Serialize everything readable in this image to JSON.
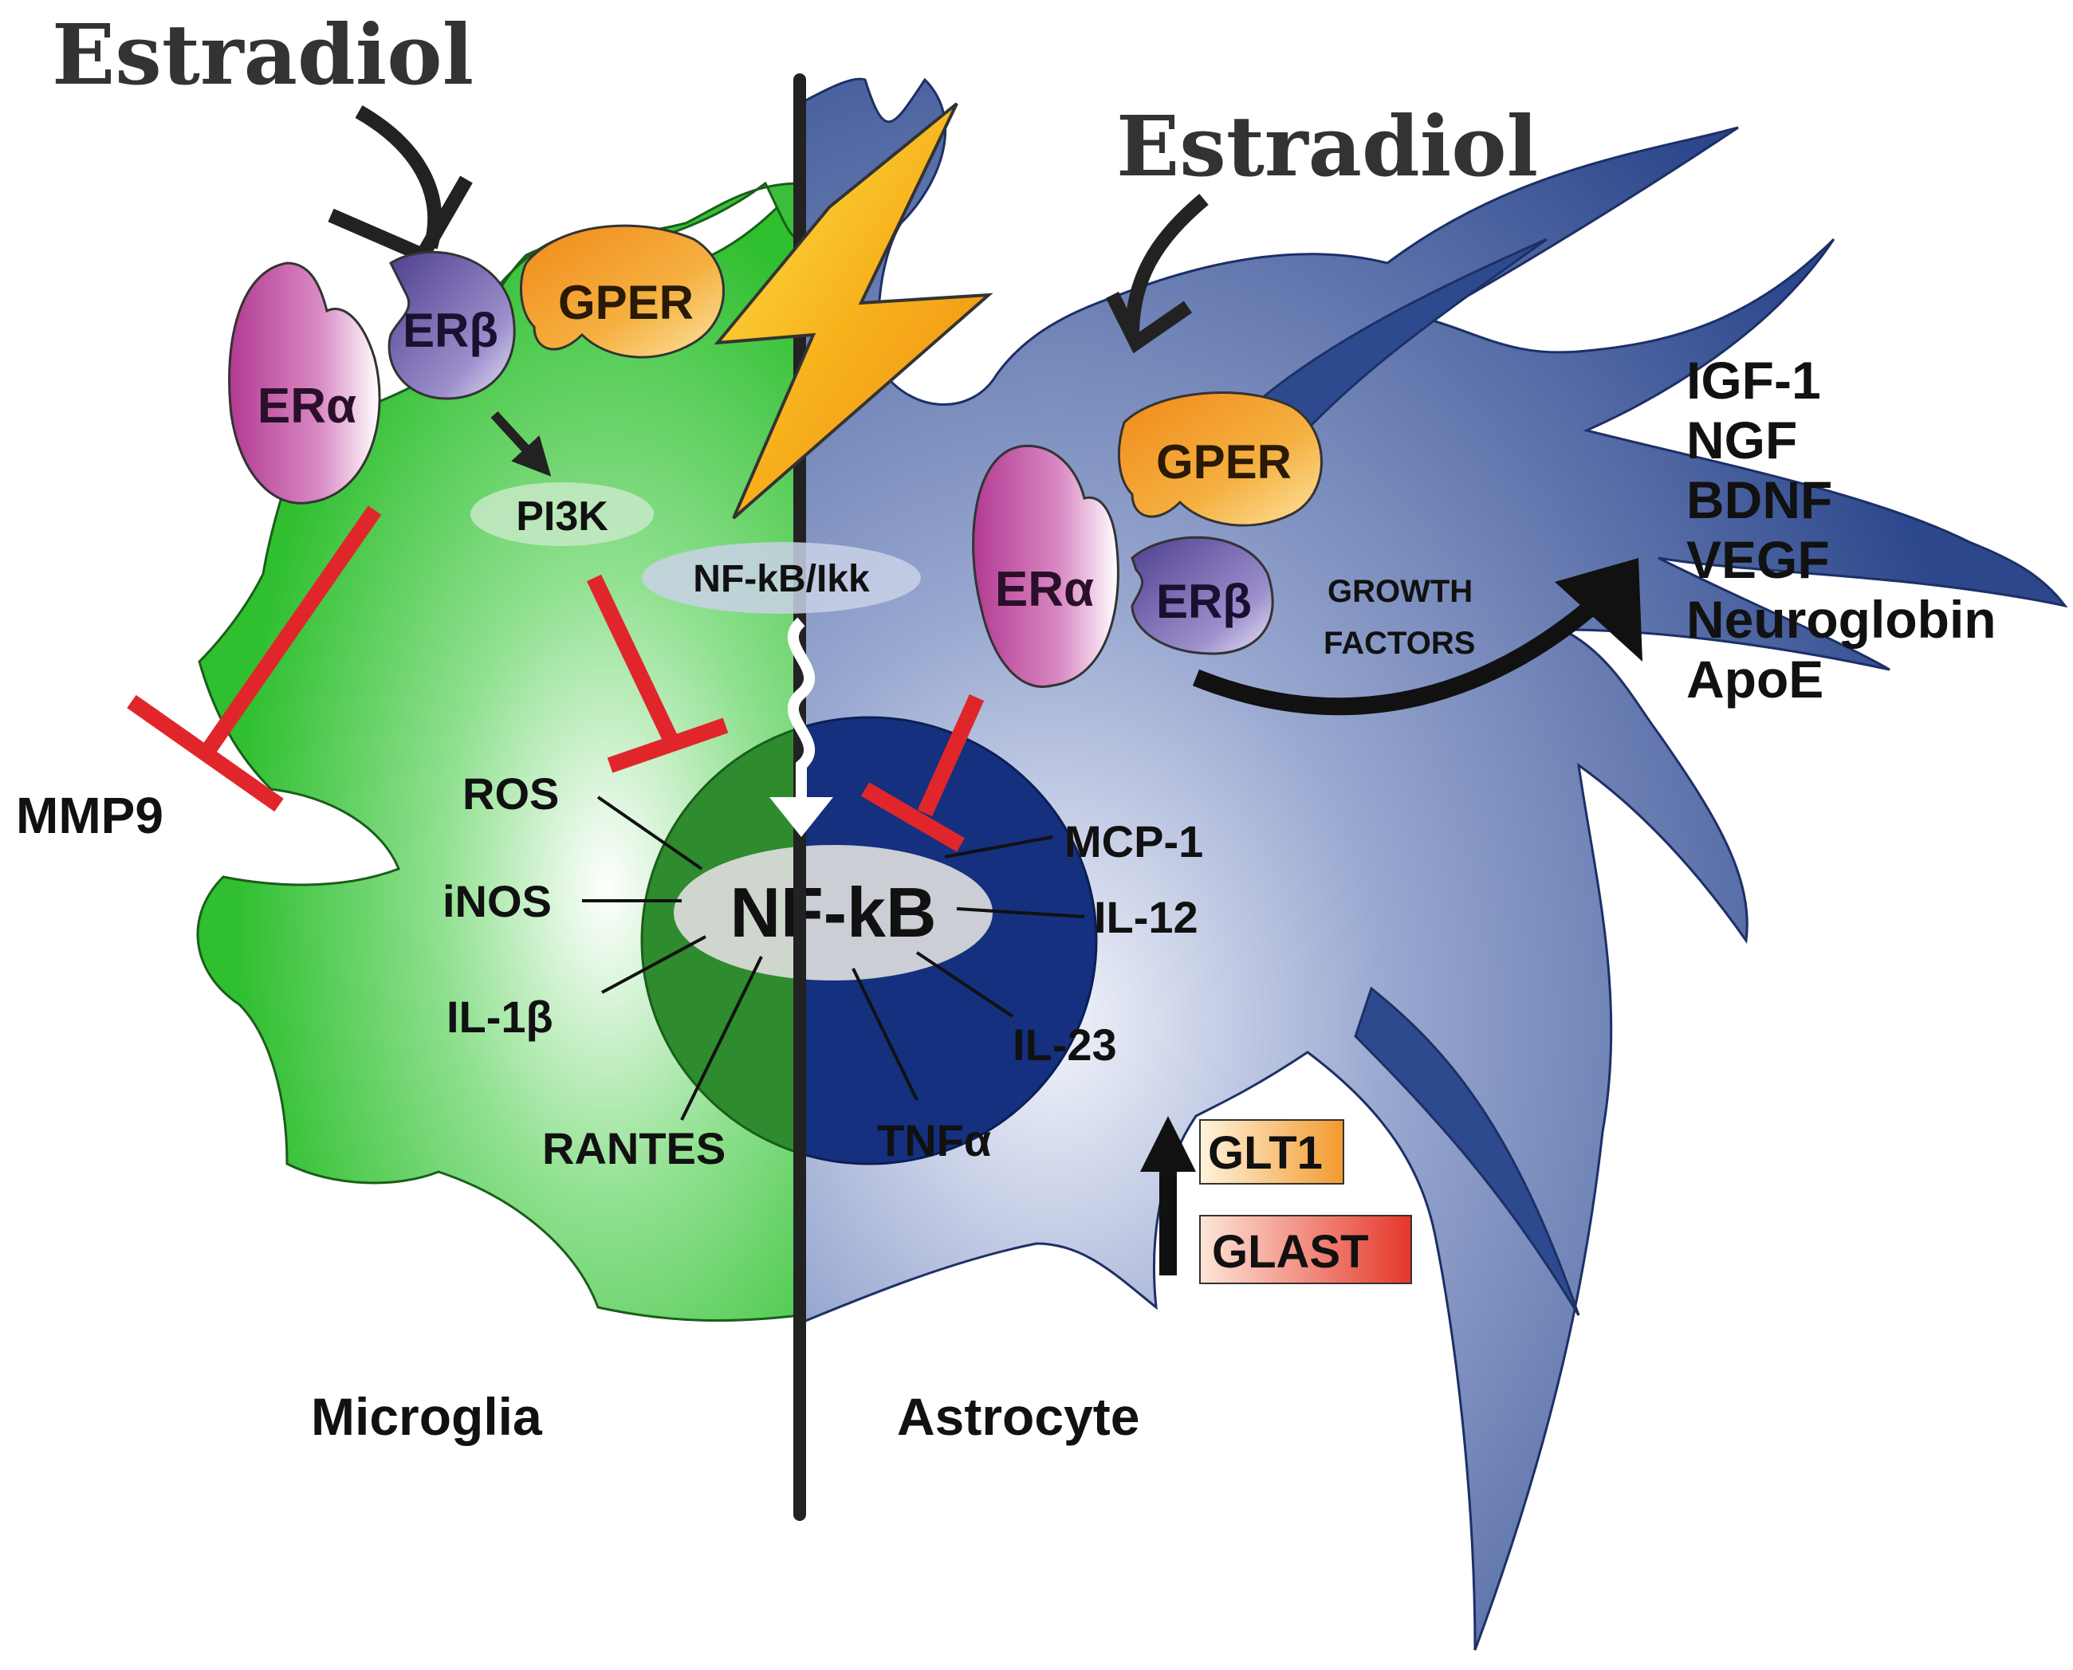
{
  "left_cell": {
    "estradiol": "Estradiol",
    "receptors": {
      "er_alpha": "ERα",
      "er_beta": "ERβ",
      "gper": "GPER"
    },
    "pi3k": "PI3K",
    "nfkb_ikk": "NF-kB/Ikk",
    "mmp9": "MMP9",
    "mediators": [
      "ROS",
      "iNOS",
      "IL-1β",
      "RANTES"
    ],
    "caption": "Microglia"
  },
  "right_cell": {
    "estradiol": "Estradiol",
    "receptors": {
      "er_alpha": "ERα",
      "er_beta": "ERβ",
      "gper": "GPER"
    },
    "mediators": [
      "MCP-1",
      "IL-12",
      "IL-23",
      "TNFα"
    ],
    "growth_factors_label": "GROWTH FACTORS",
    "growth_factors_label_lines": [
      "GROWTH",
      "FACTORS"
    ],
    "growth_factors": [
      "IGF-1",
      "NGF",
      "BDNF",
      "VEGF",
      "Neuroglobin",
      "ApoE"
    ],
    "transporters": [
      "GLT1",
      "GLAST"
    ],
    "caption": "Astrocyte"
  },
  "nucleus": {
    "label": "NF-kB"
  },
  "colors": {
    "microglia": "#3bbf3b",
    "microglia_nucleus": "#2e8b2e",
    "astrocyte": "#2e4a8f",
    "astrocyte_nucleus": "#14307e",
    "inhibition": "#e0262b",
    "er_alpha": "#c0489e",
    "er_beta": "#6d5aa6",
    "gper": "#f0a22a",
    "lightning": "#f7b21c"
  }
}
